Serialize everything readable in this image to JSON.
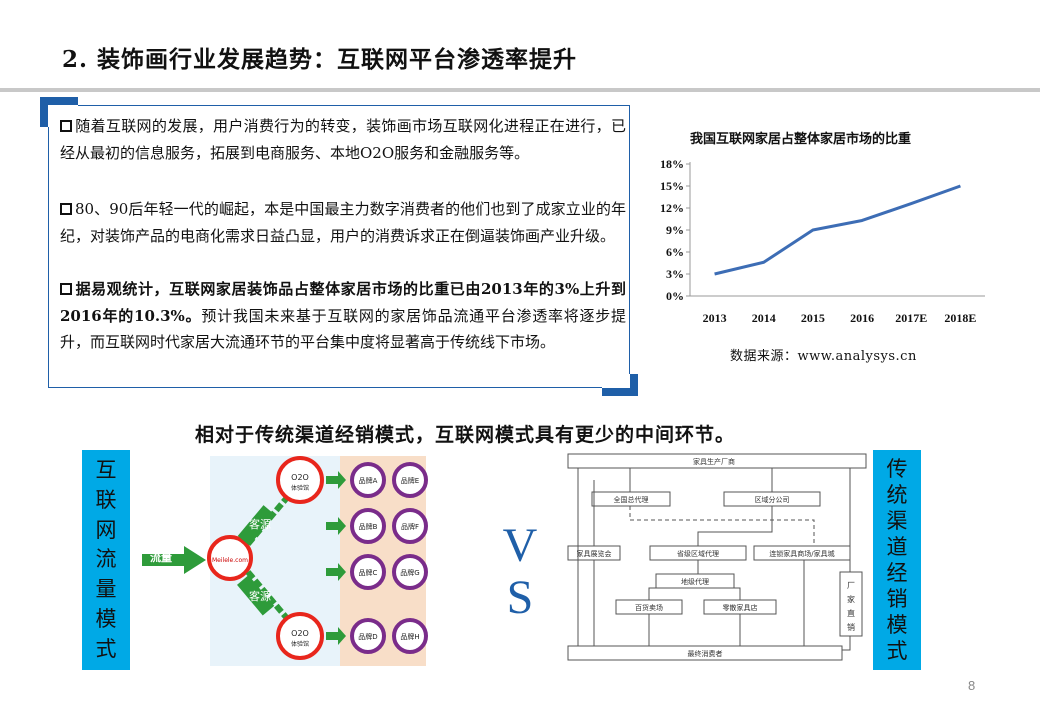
{
  "slide": {
    "title": "2. 装饰画行业发展趋势：互联网平台渗透率提升",
    "page_number": "8"
  },
  "textbox": {
    "p1": "随着互联网的发展，用户消费行为的转变，装饰画市场互联网化进程正在进行，已经从最初的信息服务，拓展到电商服务、本地O2O服务和金融服务等。",
    "p2": "80、90后年轻一代的崛起，本是中国最主力数字消费者的他们也到了成家立业的年纪，对装饰产品的电商化需求日益凸显，用户的消费诉求正在倒逼装饰画产业升级。",
    "p3_bold": "据易观统计，互联网家居装饰品占整体家居市场的比重已由2013年的3%上升到2016年的10.3%。",
    "p3_rest": "预计我国未来基于互联网的家居饰品流通平台渗透率将逐步提升，而互联网时代家居大流通环节的平台集中度将显著高于传统线下市场。"
  },
  "chart_data": {
    "type": "line",
    "title": "我国互联网家居占整体家居市场的比重",
    "categories": [
      "2013",
      "2014",
      "2015",
      "2016",
      "2017E",
      "2018E"
    ],
    "series": [
      {
        "values": [
          3.0,
          4.6,
          9.0,
          10.3,
          12.6,
          15.0
        ]
      }
    ],
    "y_ticks": [
      "0%",
      "3%",
      "6%",
      "9%",
      "12%",
      "15%",
      "18%"
    ],
    "ylim": [
      0,
      18
    ],
    "grid": false,
    "line_color": "#3d6db5",
    "source": "数据来源：www.analysys.cn"
  },
  "comparison": {
    "subtitle": "相对于传统渠道经销模式，互联网模式具有更少的中间环节。",
    "left_label": [
      "互",
      "联",
      "网",
      "流",
      "量",
      "模",
      "式"
    ],
    "right_label": [
      "传",
      "统",
      "渠",
      "道",
      "经",
      "销",
      "模",
      "式"
    ],
    "vs": [
      "V",
      "S"
    ],
    "accent_color": "#00a9e6",
    "internet_flow": {
      "source_label": "流量",
      "hub": "Meilele.com",
      "channel_label_top": "客源",
      "channel_label_bottom": "客源",
      "o2o_top": [
        "O2O",
        "体验馆"
      ],
      "o2o_bottom": [
        "O2O",
        "体验馆"
      ],
      "brands": [
        "品牌A",
        "品牌B",
        "品牌C",
        "品牌D",
        "品牌E",
        "品牌F",
        "品牌G",
        "品牌H"
      ]
    },
    "traditional_flow": {
      "manufacturer": "家具生产厂商",
      "level1": [
        "全国总代理",
        "区域分公司"
      ],
      "level2": [
        "家具展览会",
        "省级区域代理",
        "连锁家具商场/家具城"
      ],
      "level3": [
        "地级代理"
      ],
      "level4": [
        "百货卖场",
        "零散家具店"
      ],
      "direct": [
        "厂",
        "家",
        "直",
        "销"
      ],
      "consumer": "最终消费者"
    }
  }
}
